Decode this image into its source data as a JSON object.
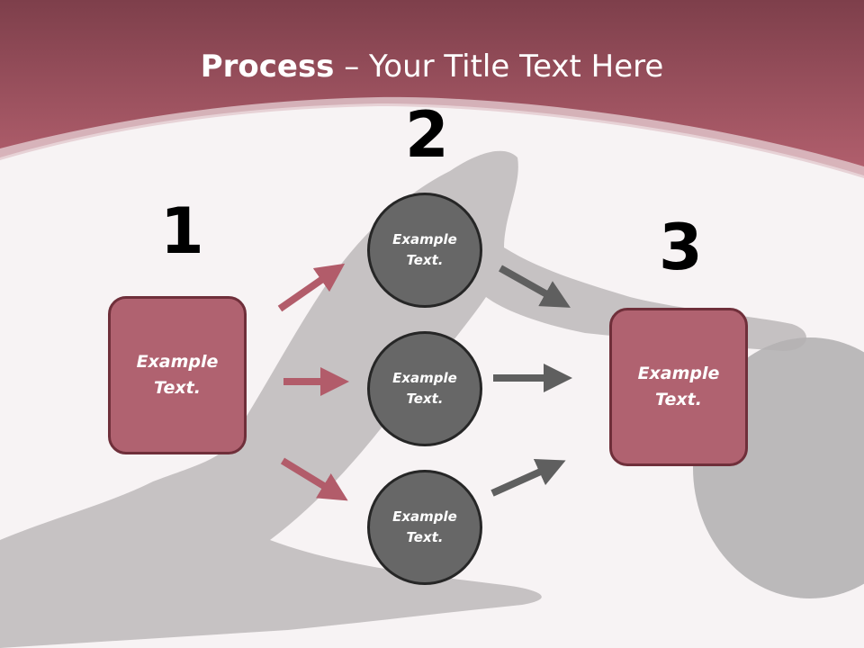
{
  "title": {
    "bold": "Process",
    "rest": " – Your Title Text Here"
  },
  "steps": {
    "one": "1",
    "two": "2",
    "three": "3"
  },
  "boxes": {
    "left": "Example Text.",
    "right": "Example Text."
  },
  "circles": {
    "top": "Example Text.",
    "middle": "Example Text.",
    "bottom": "Example Text."
  },
  "colors": {
    "header": "#a85a67",
    "box_fill": "#b06270",
    "box_border": "#6f2f3a",
    "circle_fill": "#676767",
    "circle_border": "#262626",
    "pink_arrow": "#b25c6a",
    "gray_arrow": "#5f5f5f"
  }
}
